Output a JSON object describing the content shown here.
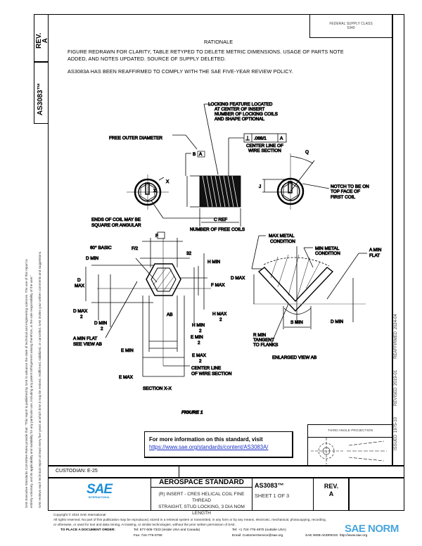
{
  "left_column": {
    "rev_label": "REV.",
    "rev_value": "A",
    "doc_number": "AS3083™",
    "disclaimer_line1": "SAE Executive Standards Committee Rules provide that: \"This report is published by SAE to advance the state of technical and engineering sciences. The use of this report is",
    "disclaimer_line2": "entirely voluntary, and its applicability and suitability for any particular use, including any patent infringement arising therefrom, is the sole responsibility of the user.\"",
    "disclaimer_line3": "SAE reviews each technical report at least every five years at which time it may be revised, reaffirmed, stabilized, or cancelled. SAE invites your written comments and suggestions."
  },
  "header": {
    "supply_class_label": "FEDERAL SUPPLY CLASS",
    "supply_class_value": "5340",
    "rationale_title": "RATIONALE",
    "rationale_line1": "FIGURE REDRAWN FOR CLARITY, TABLE RETYPED TO DELETE METRIC DIMENSIONS. USAGE OF PARTS NOTE",
    "rationale_line2": "ADDED, AND NOTES UPDATED. SOURCE OF SUPPLY DELETED.",
    "reaffirm_note": "AS3083A HAS BEEN REAFFIRMED TO COMPLY WITH THE SAE FIVE-YEAR REVIEW POLICY."
  },
  "drawing": {
    "locking_note": [
      "LOCKING FEATURE LOCATED",
      "AT CENTER OF INSERT",
      "NUMBER OF LOCKING COILS",
      "AND SHAPE OPTIONAL"
    ],
    "free_outer_diameter": "FREE OUTER DIAMETER",
    "datum_b": "B",
    "datum_a": "A",
    "fcf_tolerance": ".088/1",
    "fcf_datum": "A",
    "center_line_wire": [
      "CENTER LINE OF",
      "WIRE SECTION"
    ],
    "x_label": "X",
    "q_label": "Q",
    "j_label": "J",
    "notch_note": [
      "NOTCH TO BE ON",
      "TOP FACE OF",
      "FIRST COIL"
    ],
    "ends_note": [
      "ENDS OF COIL MAY BE",
      "SQUARE OR ANGULAR"
    ],
    "c_ref": "C REF",
    "free_coils": "NUMBER OF FREE COILS",
    "f_box": "F",
    "f_half": "F/2",
    "basic_60": "60° BASIC",
    "angle_32": "32",
    "d_min": "D MIN",
    "d_max_stack": [
      "D",
      "MAX"
    ],
    "d_max_half": [
      "D MAX",
      "2"
    ],
    "d_min_half": [
      "D MIN",
      "2"
    ],
    "h_min": "H MIN",
    "f_max": "F MAX",
    "h_max_half": [
      "H MAX",
      "2"
    ],
    "h_min_half": [
      "H MIN",
      "2"
    ],
    "ab_label": "AB",
    "a_min_flat_see": [
      "A MIN FLAT",
      "SEE VIEW AB"
    ],
    "e_min": "E MIN",
    "e_min_half": [
      "E MIN",
      "2"
    ],
    "e_max_half": [
      "E MAX",
      "2"
    ],
    "e_max": "E MAX",
    "center_line_wire_2": [
      "CENTER LINE",
      "OF WIRE SECTION"
    ],
    "section_title": "SECTION X-X",
    "max_metal": [
      "MAX METAL",
      "CONDITION"
    ],
    "min_metal": [
      "MIN METAL",
      "CONDITION"
    ],
    "a_min_flat": [
      "A MIN",
      "FLAT"
    ],
    "d_max": "D MAX",
    "s_min": "S MIN",
    "d_min_2": "D MIN",
    "r_min": [
      "R MIN",
      "TANGENT",
      "TO FLANKS"
    ],
    "enlarged_title": "ENLARGED VIEW AB",
    "figure_caption": "FIGURE 1"
  },
  "info_box": {
    "text": "For more information on this standard, visit",
    "link": "https://www.sae.org/standards/content/AS3083A/"
  },
  "projection": {
    "label": "THIRD ANGLE PROJECTION"
  },
  "revision_strip": {
    "issued": "ISSUED 1975-10",
    "revised": "REVISED 2019-01",
    "reaffirmed": "REAFFIRMED 2024-04"
  },
  "title_block": {
    "custodian": "CUSTODIAN: E-25",
    "logo_text": "SAE",
    "logo_sub": "INTERNATIONAL",
    "standard_type": "AEROSPACE STANDARD",
    "title_line1": "(R) INSERT - CRES HELICAL COIL FINE THREAD",
    "title_line2": "STRAIGHT, STUD LOCKING, 3 DIA NOM LENGTH",
    "doc_number": "AS3083™",
    "sheet": "SHEET 1 OF 3",
    "rev_label": "REV.",
    "rev_value": "A",
    "brand_color": "#1b8fd6"
  },
  "footer": {
    "copyright": "Copyright © 2024 SAE International",
    "rights_line1": "All rights reserved. No part of this publication may be reproduced, stored in a retrieval system or transmitted, in any form or by any means, electronic, mechanical, photocopying, recording,",
    "rights_line2": "or otherwise, or used for text and data mining, AI training, or similar technologies, without the prior written permission of SAE.",
    "order_label": "TO PLACE A DOCUMENT ORDER:",
    "tel_us": "Tel: 877-606-7323 (inside USA and Canada)",
    "tel_intl": "Tel: +1 724-776-4970 (outside USA)",
    "fax": "Fax: 724-776-0790",
    "email": "Email: CustomerService@sae.org",
    "web": "SAE WEB ADDRESS: http://www.sae.org",
    "watermark": "SAE NORM"
  }
}
